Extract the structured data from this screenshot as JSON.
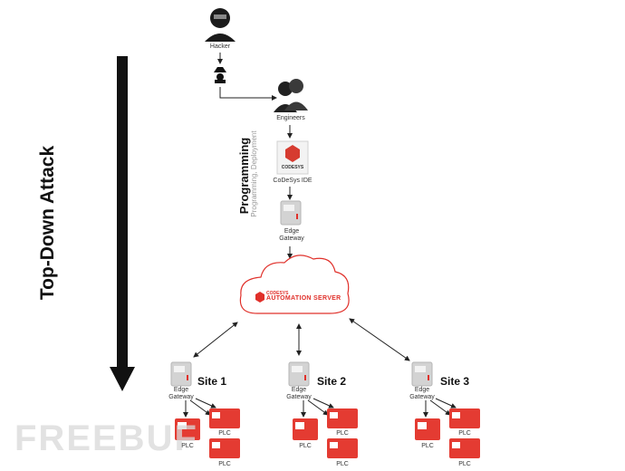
{
  "attack_label": "Top-Down Attack",
  "programming": {
    "title": "Programming",
    "subtitle": "Programming, Deployment"
  },
  "nodes": {
    "hacker": "Hacker",
    "engineers": "Engineers",
    "ide": "CoDeSys IDE",
    "ide_logo": "CODESYS",
    "edge_gateway": "Edge Gateway",
    "server_brand": "CODESYS",
    "server_name": "AUTOMATION SERVER"
  },
  "sites": [
    {
      "name": "Site 1",
      "gateway": "Edge Gateway",
      "plc_a": "PLC",
      "plc_b": "PLC",
      "plc_c": "PLC"
    },
    {
      "name": "Site 2",
      "gateway": "Edge Gateway",
      "plc_a": "PLC",
      "plc_b": "PLC",
      "plc_c": "PLC"
    },
    {
      "name": "Site 3",
      "gateway": "Edge Gateway",
      "plc_a": "PLC",
      "plc_b": "PLC",
      "plc_c": "PLC"
    }
  ],
  "watermark": "FREEBUF",
  "colors": {
    "accent": "#e0302a",
    "plc": "#e43b32",
    "gateway": "#c9c9c9",
    "arrow": "#222222"
  }
}
